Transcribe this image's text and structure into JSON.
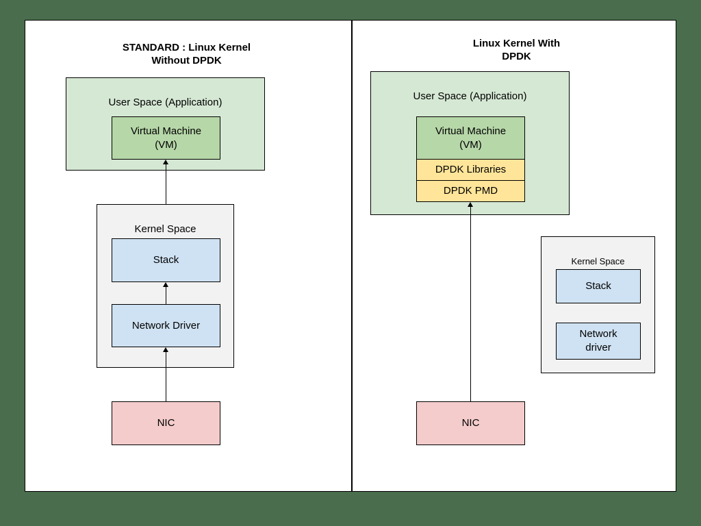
{
  "diagram": {
    "title_left": "STANDARD : Linux Kernel\nWithout DPDK",
    "title_right": "Linux Kernel With\nDPDK",
    "colors": {
      "background": "#4a6d4d",
      "canvas": "#ffffff",
      "user_space": "#d5e8d4",
      "vm": "#b6d7a8",
      "dpdk": "#ffe599",
      "kernel_space": "#f2f2f2",
      "kernel_component": "#cfe2f3",
      "nic": "#f4cccc",
      "stroke": "#000000"
    }
  },
  "left_panel": {
    "user_space_label": "User Space (Application)",
    "vm_label": "Virtual Machine\n(VM)",
    "kernel_space_label": "Kernel Space",
    "stack_label": "Stack",
    "network_driver_label": "Network Driver",
    "nic_label": "NIC"
  },
  "right_panel": {
    "user_space_label": "User Space (Application)",
    "vm_label": "Virtual Machine\n(VM)",
    "dpdk_libraries_label": "DPDK Libraries",
    "dpdk_pmd_label": "DPDK PMD",
    "kernel_space_label": "Kernel Space",
    "stack_label": "Stack",
    "network_driver_label": "Network\ndriver",
    "nic_label": "NIC"
  }
}
